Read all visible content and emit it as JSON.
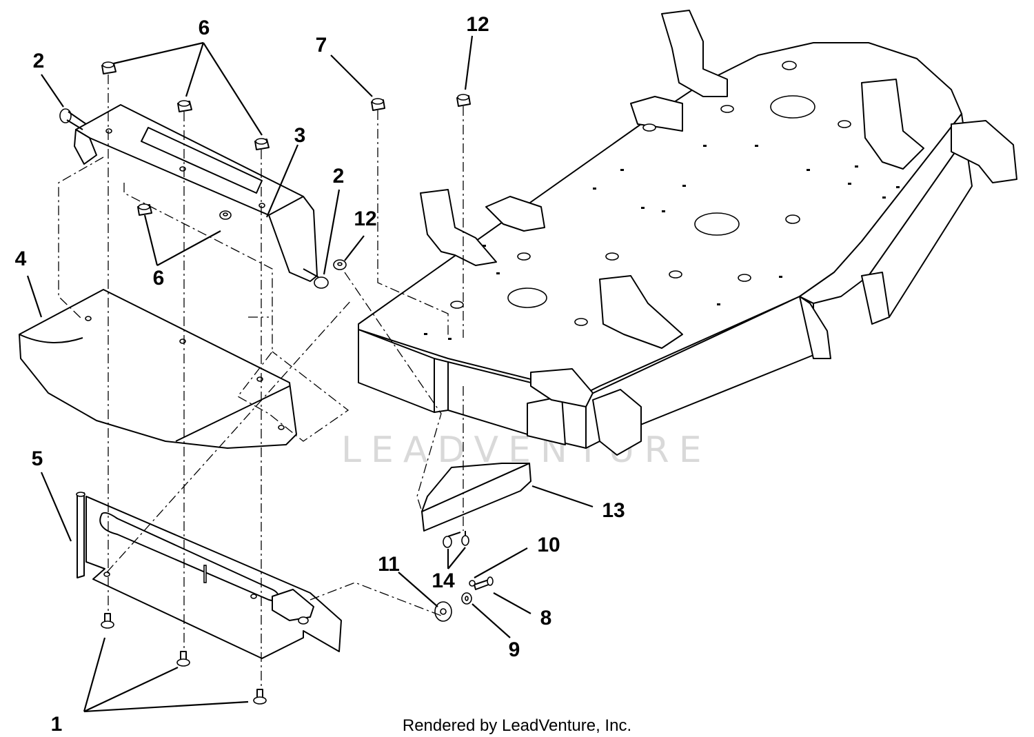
{
  "callouts": [
    {
      "id": "c1",
      "label": "1"
    },
    {
      "id": "c2a",
      "label": "2"
    },
    {
      "id": "c2b",
      "label": "2"
    },
    {
      "id": "c3",
      "label": "3"
    },
    {
      "id": "c4",
      "label": "4"
    },
    {
      "id": "c5",
      "label": "5"
    },
    {
      "id": "c6a",
      "label": "6"
    },
    {
      "id": "c6b",
      "label": "6"
    },
    {
      "id": "c7",
      "label": "7"
    },
    {
      "id": "c8",
      "label": "8"
    },
    {
      "id": "c9",
      "label": "9"
    },
    {
      "id": "c10",
      "label": "10"
    },
    {
      "id": "c11",
      "label": "11"
    },
    {
      "id": "c12a",
      "label": "12"
    },
    {
      "id": "c12b",
      "label": "12"
    },
    {
      "id": "c13",
      "label": "13"
    },
    {
      "id": "c14",
      "label": "14"
    }
  ],
  "watermark": {
    "text": "LEADVENTURE"
  },
  "footer": {
    "text": "Rendered by LeadVenture, Inc."
  }
}
